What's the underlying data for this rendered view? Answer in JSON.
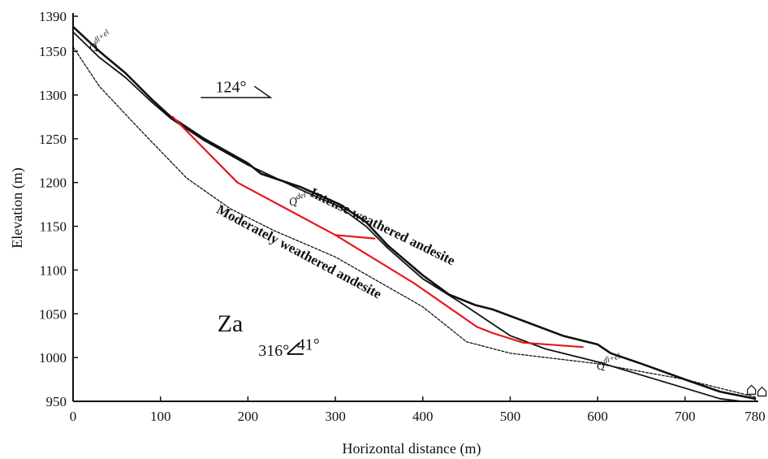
{
  "chart_data": {
    "type": "line",
    "xlabel": "Horizontal distance (m)",
    "ylabel": "Elevation (m)",
    "xlim": [
      0,
      780
    ],
    "ylim": [
      950,
      1390
    ],
    "x_ticks": [
      0,
      100,
      200,
      300,
      400,
      500,
      600,
      700,
      780
    ],
    "y_ticks": [
      950,
      1000,
      1050,
      1100,
      1150,
      1200,
      1250,
      1300,
      1350,
      1390
    ],
    "grid": false,
    "series": [
      {
        "style": "solid-black-thick",
        "points": [
          [
            0,
            1378
          ],
          [
            30,
            1350
          ],
          [
            60,
            1325
          ],
          [
            90,
            1295
          ],
          [
            112,
            1275
          ],
          [
            150,
            1250
          ],
          [
            200,
            1222
          ],
          [
            215,
            1210
          ],
          [
            260,
            1195
          ],
          [
            305,
            1175
          ],
          [
            335,
            1155
          ],
          [
            360,
            1128
          ],
          [
            400,
            1094
          ],
          [
            430,
            1072
          ],
          [
            460,
            1060
          ],
          [
            480,
            1055
          ],
          [
            520,
            1040
          ],
          [
            560,
            1025
          ],
          [
            600,
            1015
          ],
          [
            615,
            1005
          ],
          [
            650,
            993
          ],
          [
            700,
            975
          ],
          [
            740,
            961
          ],
          [
            780,
            953
          ]
        ]
      },
      {
        "style": "solid-black",
        "points": [
          [
            0,
            1372
          ],
          [
            30,
            1343
          ],
          [
            60,
            1320
          ],
          [
            90,
            1292
          ],
          [
            112,
            1273
          ],
          [
            150,
            1248
          ],
          [
            200,
            1220
          ],
          [
            260,
            1192
          ],
          [
            305,
            1172
          ],
          [
            335,
            1150
          ],
          [
            360,
            1125
          ],
          [
            400,
            1090
          ],
          [
            440,
            1065
          ],
          [
            470,
            1045
          ],
          [
            500,
            1025
          ],
          [
            540,
            1010
          ],
          [
            600,
            995
          ],
          [
            650,
            980
          ],
          [
            700,
            965
          ],
          [
            740,
            953
          ],
          [
            765,
            950
          ]
        ]
      },
      {
        "style": "dashed-black",
        "points": [
          [
            0,
            1355
          ],
          [
            30,
            1310
          ],
          [
            75,
            1262
          ],
          [
            130,
            1205
          ],
          [
            180,
            1170
          ],
          [
            230,
            1145
          ],
          [
            300,
            1115
          ],
          [
            400,
            1058
          ],
          [
            450,
            1018
          ],
          [
            500,
            1005
          ],
          [
            600,
            993
          ],
          [
            700,
            975
          ],
          [
            780,
            955
          ]
        ]
      },
      {
        "style": "solid-red",
        "points": [
          [
            114,
            1275
          ],
          [
            188,
            1200
          ],
          [
            300,
            1140
          ],
          [
            390,
            1085
          ],
          [
            462,
            1035
          ],
          [
            480,
            1028
          ],
          [
            515,
            1017
          ],
          [
            583,
            1012
          ]
        ]
      },
      {
        "style": "solid-red",
        "points": [
          [
            300,
            1140
          ],
          [
            345,
            1136
          ]
        ]
      }
    ],
    "annotations": [
      {
        "text": "Intense weathered andesite",
        "style": "bold",
        "x": 270,
        "y": 1185,
        "angle_deg": 26
      },
      {
        "text": "Moderately weathered andesite",
        "style": "bold",
        "x": 163,
        "y": 1166,
        "angle_deg": 28
      },
      {
        "text": "Q",
        "sup": "dl+el",
        "x": 22,
        "y": 1348,
        "angle_deg": -38
      },
      {
        "text": "Q",
        "sup": "del",
        "x": 248,
        "y": 1173,
        "angle_deg": -14
      },
      {
        "text": "Q",
        "sup": "dl+el",
        "x": 600,
        "y": 985,
        "angle_deg": -18
      },
      {
        "text": "Za",
        "style": "large",
        "x": 165,
        "y": 1030
      },
      {
        "text": "124°",
        "x": 163,
        "y": 1303
      },
      {
        "text": "316°",
        "x": 212,
        "y": 1002
      },
      {
        "text": "41°",
        "x": 256,
        "y": 1009
      }
    ]
  }
}
